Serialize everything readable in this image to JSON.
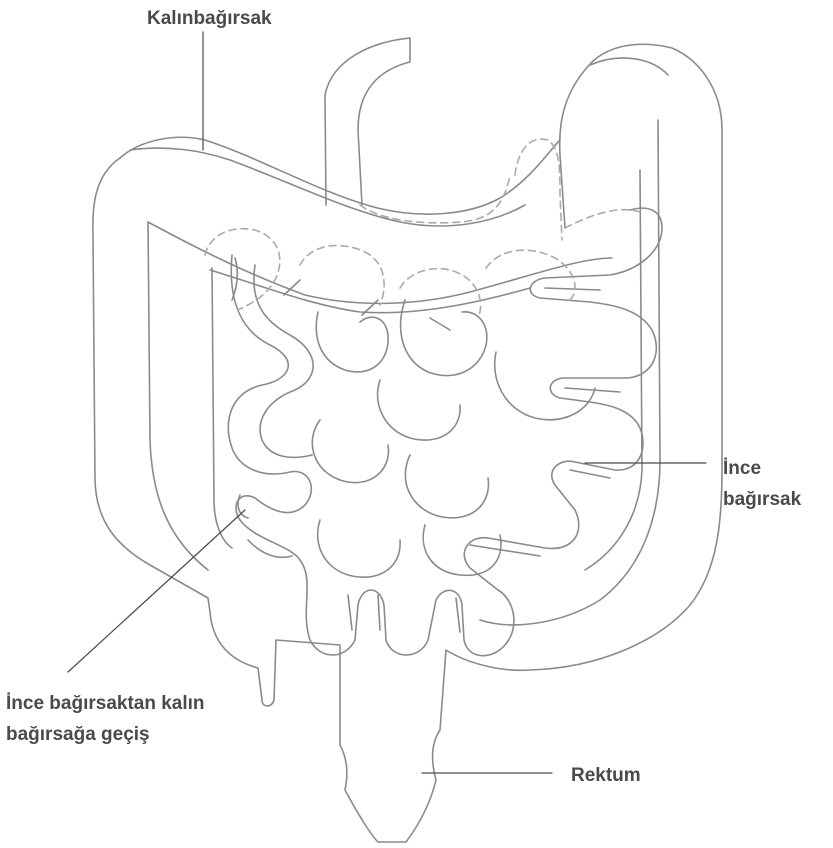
{
  "diagram": {
    "colors": {
      "organ_outline": "#8a8a8a",
      "leader_line": "#4a4a4a",
      "hidden_outline": "#aaaaaa",
      "label_text": "#4a4a4a",
      "background": "#ffffff"
    },
    "labels": {
      "large_intestine": "Kalınbağırsak",
      "small_intestine_line1": "İnce",
      "small_intestine_line2": "bağırsak",
      "junction_line1": "İnce bağırsaktan kalın",
      "junction_line2": "bağırsağa geçiş",
      "rectum": "Rektum"
    }
  }
}
